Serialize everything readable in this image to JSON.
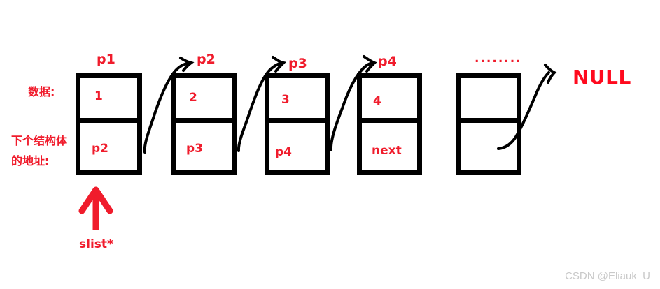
{
  "diagram": {
    "title_labels": {
      "data_row_label": "数据:",
      "next_row_label_line1": "下个结构体",
      "next_row_label_line2": "的地址:"
    },
    "accent_color": "#F01C2C",
    "box_color": "#000000",
    "null_label": "NULL",
    "ellipsis": "........",
    "head_pointer_label": "slist*",
    "nodes": [
      {
        "name": "p1",
        "data": "1",
        "next": "p2",
        "show_pointer_label": true
      },
      {
        "name": "p2",
        "data": "2",
        "next": "p3",
        "show_pointer_label": true
      },
      {
        "name": "p3",
        "data": "3",
        "next": "p4",
        "show_pointer_label": true
      },
      {
        "name": "p4",
        "data": "4",
        "next": "next",
        "show_pointer_label": true
      },
      {
        "name": "",
        "data": "",
        "next": "",
        "show_pointer_label": false
      }
    ]
  },
  "watermark": {
    "text": "CSDN @Eliauk_U"
  }
}
